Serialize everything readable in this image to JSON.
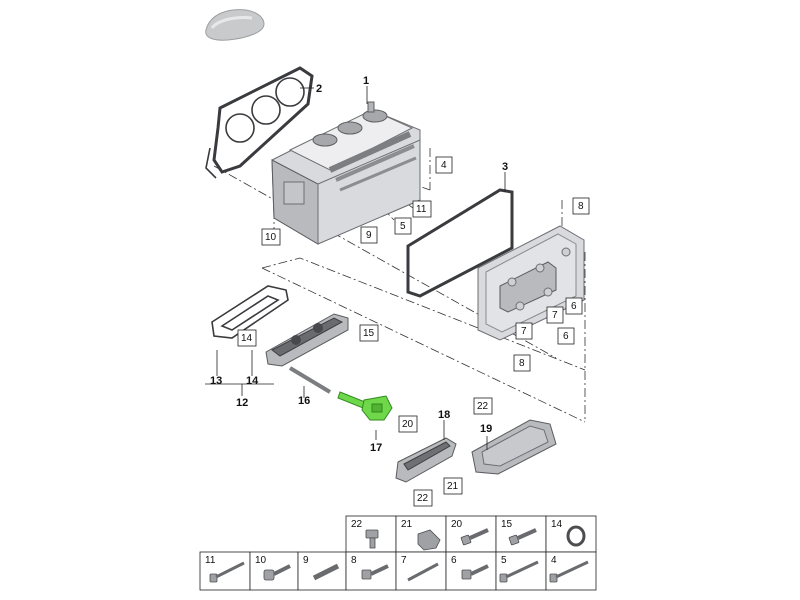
{
  "callouts": {
    "c1": "1",
    "c2": "2",
    "c3": "3",
    "c4": "4",
    "c5": "5",
    "c6a": "6",
    "c6b": "6",
    "c7a": "7",
    "c7b": "7",
    "c8a": "8",
    "c8b": "8",
    "c9": "9",
    "c10": "10",
    "c11": "11",
    "c12": "12",
    "c13": "13",
    "c14a": "14",
    "c14b": "14",
    "c15": "15",
    "c16": "16",
    "c17": "17",
    "c18": "18",
    "c19": "19",
    "c20": "20",
    "c21": "21",
    "c22a": "22",
    "c22b": "22"
  },
  "fastener_table": {
    "top_row": [
      "22",
      "21",
      "20",
      "15",
      "14"
    ],
    "bottom_row": [
      "11",
      "10",
      "9",
      "8",
      "7",
      "6",
      "5",
      "4"
    ]
  }
}
